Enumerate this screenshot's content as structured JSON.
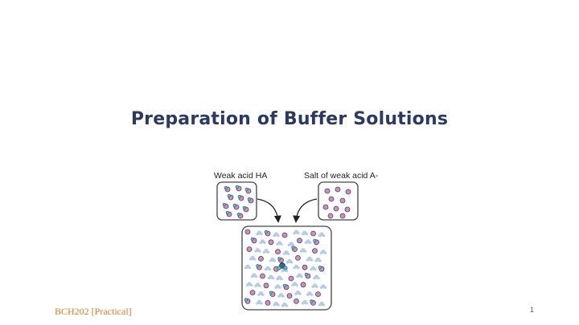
{
  "slide": {
    "title": "Preparation of Buffer Solutions",
    "footer": "BCH202 [Practical]",
    "page_number": "1"
  },
  "diagram": {
    "weak_acid_label": "Weak acid HA",
    "salt_label": "Salt of weak acid A-"
  },
  "colors": {
    "title": "#2b3a63",
    "footer": "#e07a24",
    "anion_fill": "#c792c0",
    "anion_stroke": "#5a3a5a",
    "acid_h": "#6fb9d6",
    "water": "#b7cbe6"
  }
}
